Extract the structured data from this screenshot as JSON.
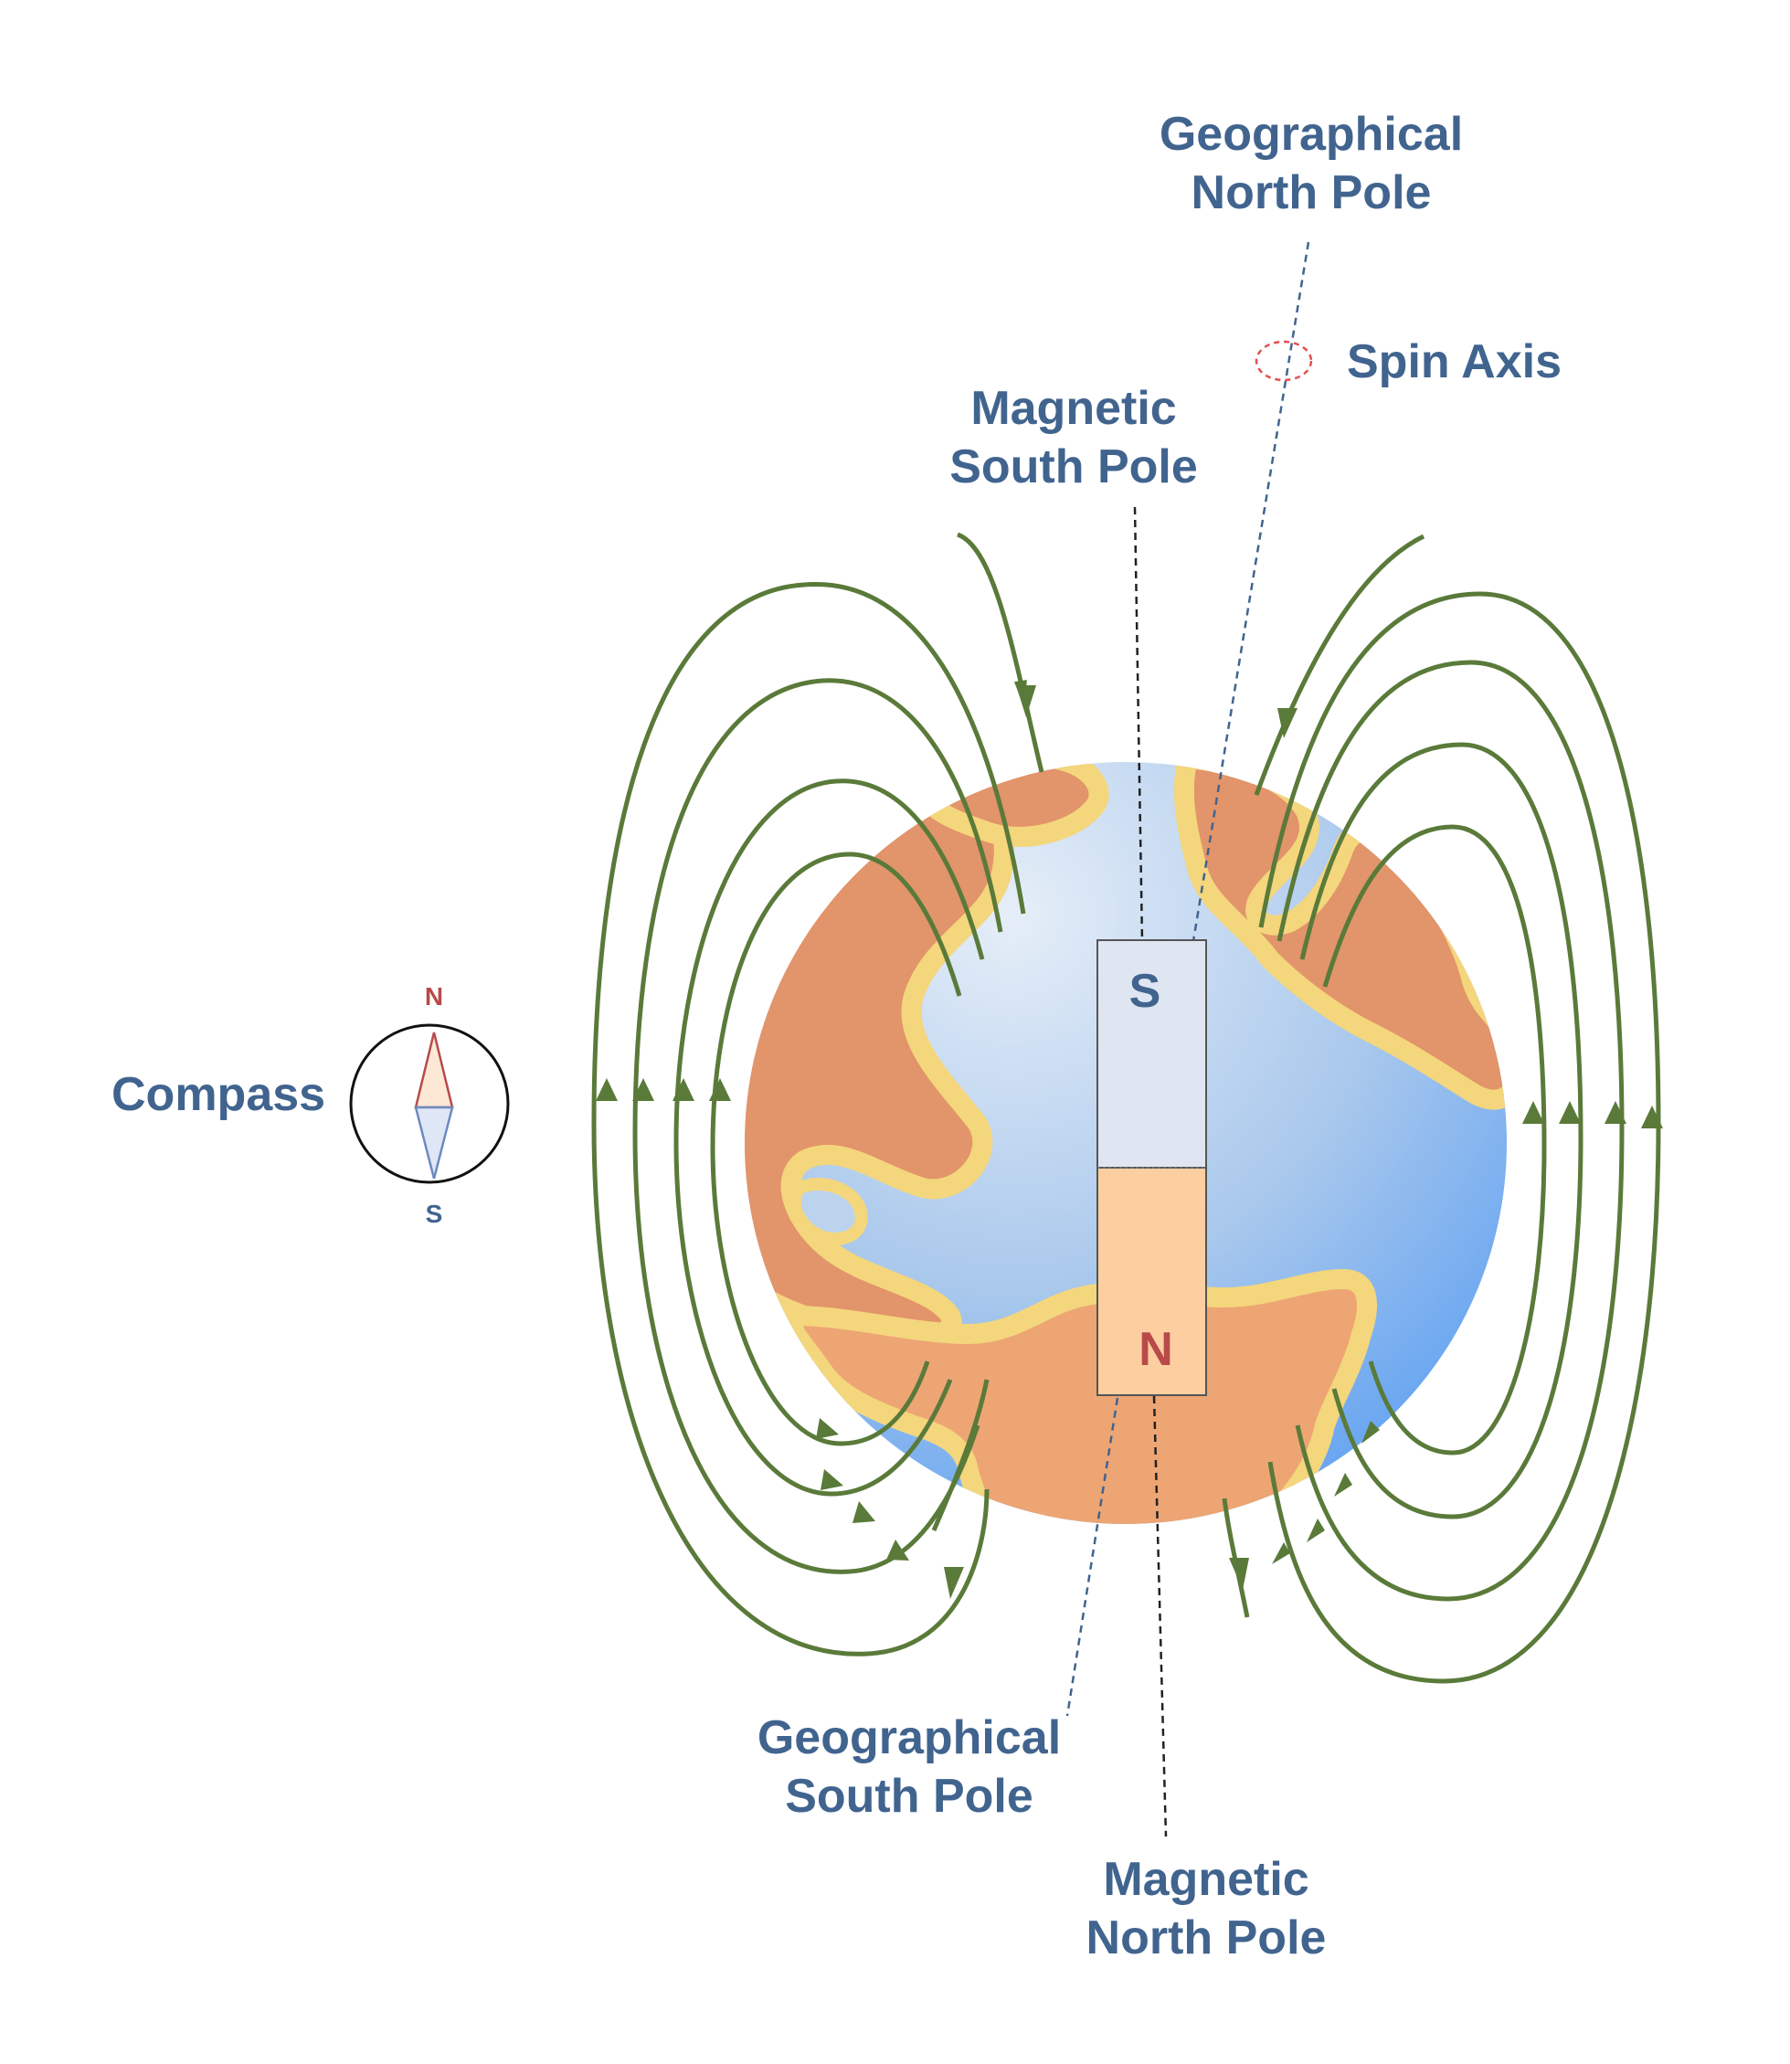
{
  "labels": {
    "geo_north": [
      "Geographical",
      "North Pole"
    ],
    "spin_axis": "Spin Axis",
    "mag_south": [
      "Magnetic",
      "South Pole"
    ],
    "compass": "Compass",
    "geo_south": [
      "Geographical",
      "South Pole"
    ],
    "mag_north": [
      "Magnetic",
      "North Pole"
    ]
  },
  "magnet": {
    "top_pole": "S",
    "bottom_pole": "N"
  },
  "compass_dial": {
    "north": "N",
    "south": "S"
  },
  "colors": {
    "label_text": "#41648f",
    "field_lines": "#5a7a3a",
    "land": "#e09870",
    "coast": "#f4d67c",
    "ocean_light": "#dbe8f6",
    "ocean_dark": "#6aa8f2",
    "magnet_south_fill": "#dfe6f2",
    "magnet_north_fill": "#fccea0",
    "north_marker": "#b84a4a",
    "spin_marker": "#e05050"
  }
}
